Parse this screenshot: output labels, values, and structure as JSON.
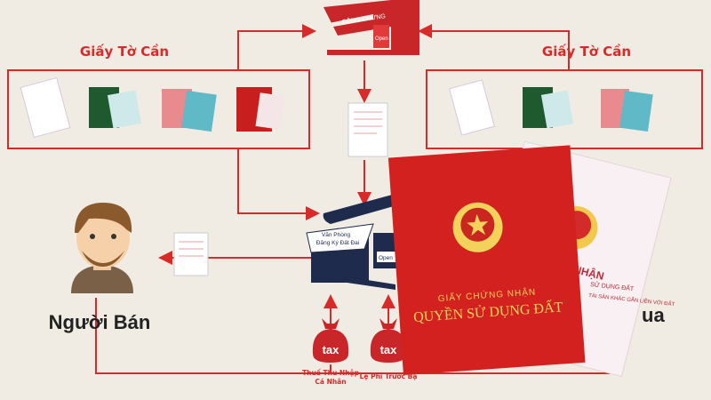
{
  "colors": {
    "accent": "#d92a2a",
    "navy": "#1f2b4d",
    "background": "#f0ece3",
    "gold": "#f2d25a"
  },
  "left_docs": {
    "title": "Giấy Tờ Cần"
  },
  "right_docs": {
    "title": "Giấy Tờ Cần"
  },
  "notary_office": {
    "sign": "CÔNG CHỨNG",
    "open_sign": "Open"
  },
  "land_office": {
    "sign_line1": "Văn Phòng",
    "sign_line2": "Đăng Ký Đất Đai",
    "open_sign": "Open"
  },
  "seller": {
    "label": "Người Bán"
  },
  "buyer": {
    "label_partial": "ua"
  },
  "taxes": [
    {
      "bag_label": "tax",
      "caption_line1": "Thuế Thu Nhập",
      "caption_line2": "Cá Nhân"
    },
    {
      "bag_label": "tax",
      "caption_line1": "Lệ Phí Trước Bạ"
    }
  ],
  "certificate_cover": {
    "line1": "GIẤY CHỨNG NHẬN",
    "line2": "QUYỀN SỬ DỤNG ĐẤT"
  },
  "certificate_page": {
    "line1": "CHỨNG NHẬN",
    "line2": "SỬ DỤNG ĐẤT",
    "line3": "TÀI SẢN KHÁC GẮN LIỀN VỚI ĐẤT"
  }
}
